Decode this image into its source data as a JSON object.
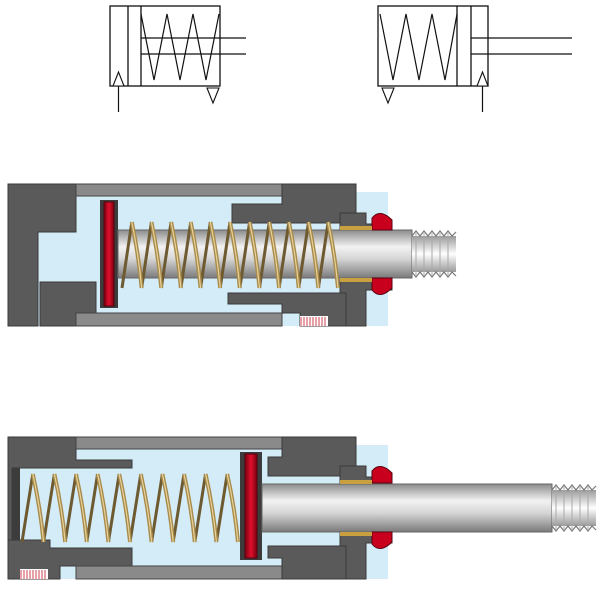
{
  "figure": {
    "kind": "single-acting pneumatic cylinder, spring return",
    "symbols": [
      {
        "id": "symbol-spring-extend",
        "spring_side": "rod"
      },
      {
        "id": "symbol-spring-return",
        "spring_side": "cap"
      }
    ],
    "sections": [
      {
        "id": "section-retracted",
        "piston_state": "retracted",
        "spring_state": "extended"
      },
      {
        "id": "section-extended",
        "piston_state": "extended",
        "spring_state": "compressed"
      }
    ]
  },
  "colors": {
    "body": "#5a5a5a",
    "body_dark": "#3c3c3c",
    "body_light": "#8a8a8a",
    "air": "#d4ecf8",
    "piston_seal": "#c8001e",
    "spring": "#a88a4a",
    "rod_light": "#ececec",
    "rod_dark": "#9a9a9a",
    "vent_mesh": "#d04050",
    "line": "#111111"
  }
}
